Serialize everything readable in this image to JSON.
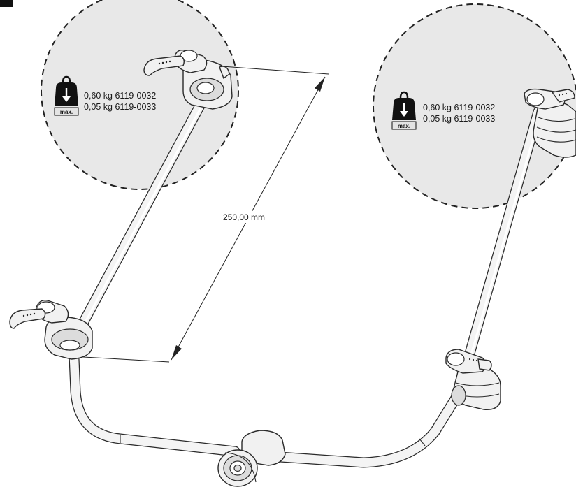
{
  "corner_badge": "",
  "load_left": {
    "icon": "weight-icon",
    "max_label": "max.",
    "line1": "0,60 kg 6119-0032",
    "line2": "0,05 kg 6119-0033"
  },
  "load_right": {
    "icon": "weight-icon",
    "max_label": "max.",
    "line1": "0,60 kg 6119-0032",
    "line2": "0,05 kg 6119-0033"
  },
  "dimension": {
    "label": "250,00 mm"
  },
  "colors": {
    "detail_circle_fill": "#e8e8e8",
    "outline": "#2a2a2a",
    "badge": "#111111"
  }
}
